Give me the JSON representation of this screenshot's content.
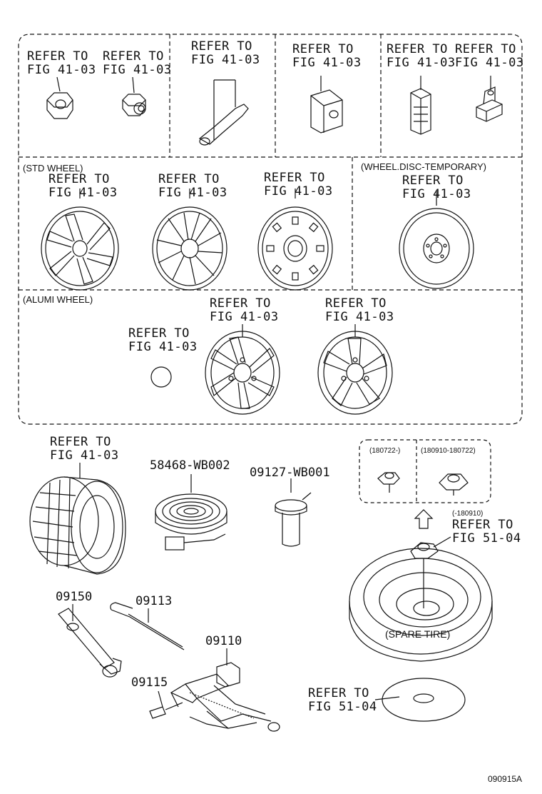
{
  "refer_lines": {
    "refer": "REFER TO",
    "fig_41": "FIG 41-03",
    "fig_51": "FIG 51-04"
  },
  "sections": {
    "std_wheel": "(STD WHEEL)",
    "wheel_disc_temporary": "(WHEEL.DISC-TEMPORARY)",
    "alumi_wheel": "(ALUMI WHEEL)"
  },
  "parts": {
    "tire_tool_bag": "58468-WB002",
    "jack_handle_holder": "09127-WB001",
    "wrench": "09150",
    "jack_handle": "09113",
    "jack": "09110",
    "jack_handle_sub": "09115"
  },
  "date_ranges": {
    "after": "(180722-)",
    "between": "(180910-180722)",
    "before": "(-180910)"
  },
  "spare_tire_label": "(SPARE TIRE)",
  "drawing_code": "090915A"
}
